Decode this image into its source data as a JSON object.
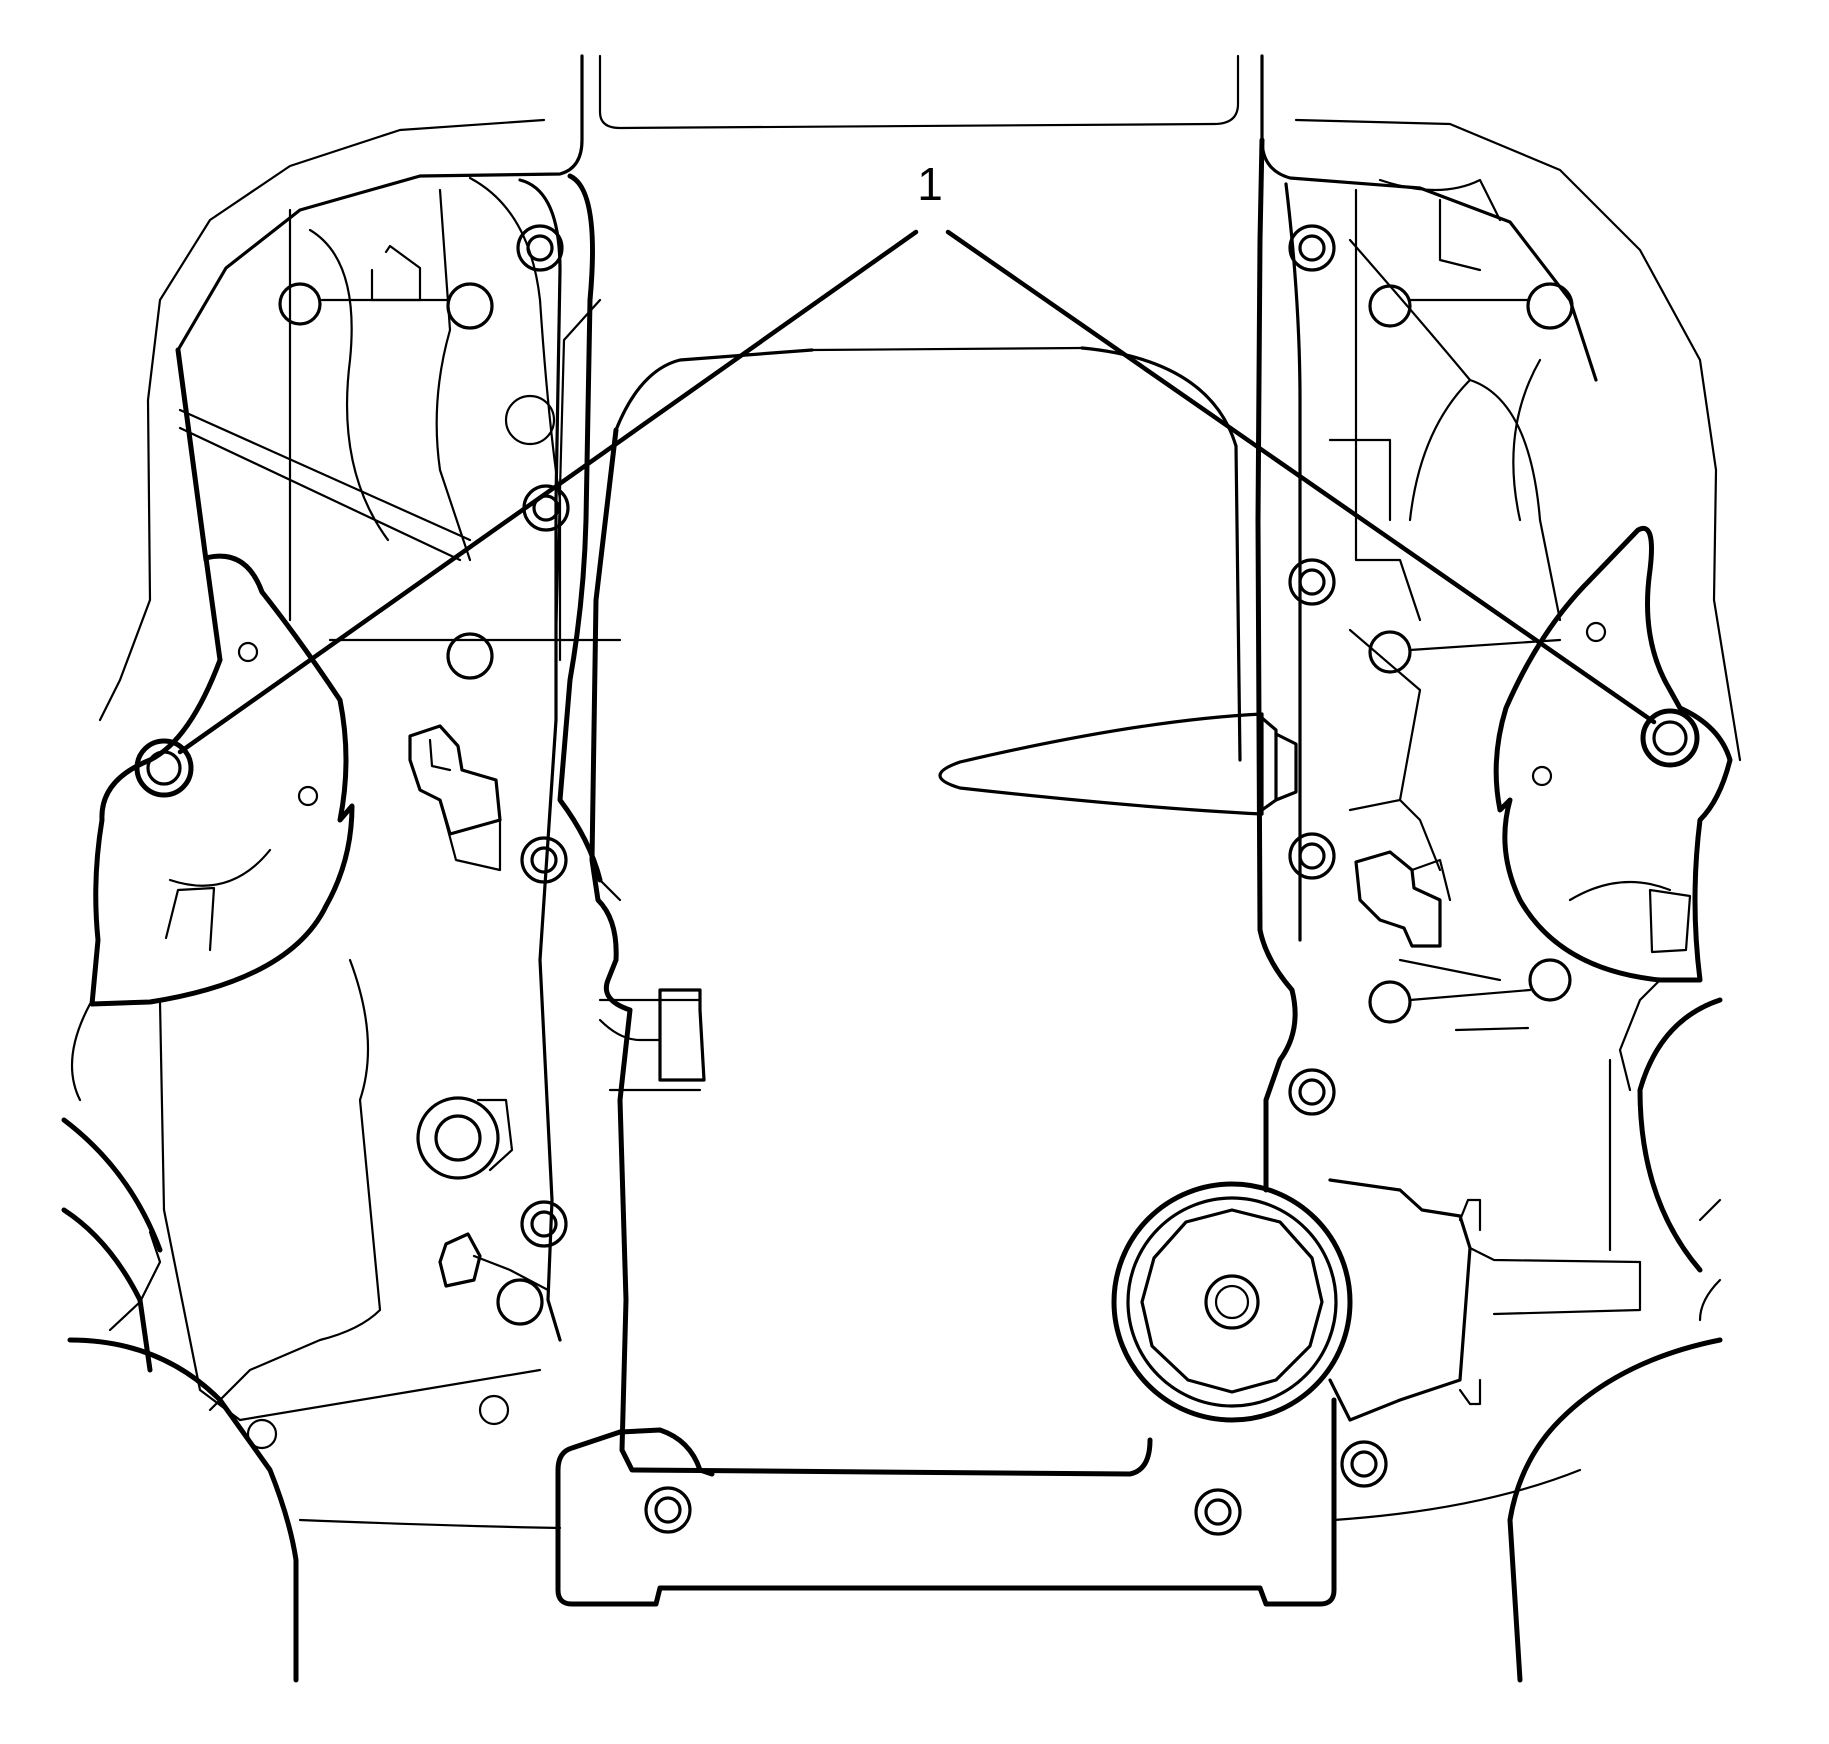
{
  "diagram": {
    "callout": {
      "label": "1",
      "target_count": 2,
      "targets": [
        "left-mount-bolt",
        "right-mount-bolt"
      ]
    },
    "colors": {
      "line": "#000000",
      "background": "#ffffff"
    }
  }
}
